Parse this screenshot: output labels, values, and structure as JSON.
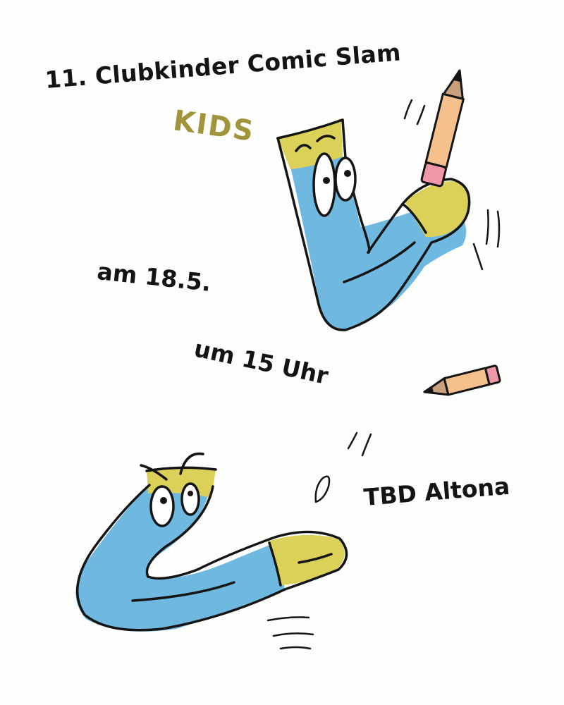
{
  "poster": {
    "title": "11. Clubkinder Comic Slam",
    "subtitle": "KIDS",
    "date": "am 18.5.",
    "time": "um 15 Uhr",
    "venue": "TBD Altona"
  },
  "colors": {
    "text": "#141414",
    "kids_text": "#a0953a",
    "sock_blue": "#6fb8df",
    "sock_yellow": "#dcd158",
    "pencil_body": "#f6c08c",
    "pencil_eraser": "#ef97a6",
    "outline": "#151515"
  },
  "illustration": {
    "characters": [
      "sock-character",
      "sock-character"
    ],
    "props": [
      "pencil-icon",
      "pencil-icon"
    ]
  }
}
